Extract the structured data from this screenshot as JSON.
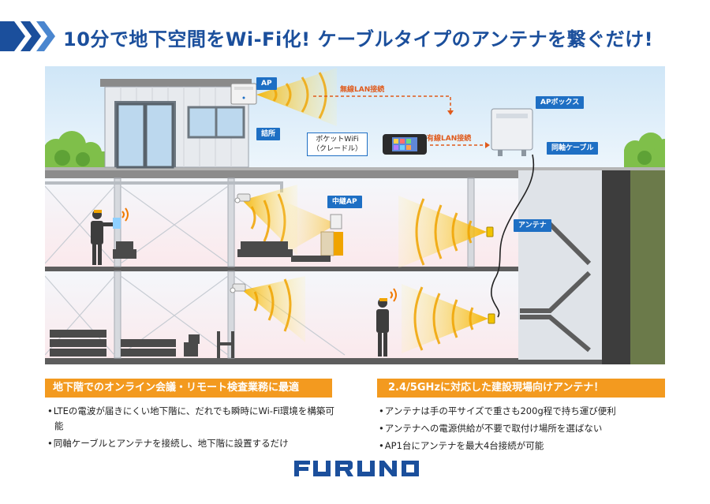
{
  "header": {
    "title": "10分で地下空間をWi-Fi化! ケーブルタイプのアンテナを繋ぐだけ!",
    "accent_color": "#1b4f9c"
  },
  "diagram": {
    "labels": {
      "ap": "AP",
      "site_office": "詰所",
      "wireless_link": "無線LAN接続",
      "wired_link": "有線LAN接続",
      "pocket_wifi": "ポケットWiFi\n（クレードル）",
      "ap_box": "APボックス",
      "coax_cable": "同軸ケーブル",
      "relay_ap": "中継AP",
      "antenna": "アンテナ"
    },
    "icons": [
      "wifi-ap-device",
      "ap-box-device",
      "pocket-wifi-router",
      "antenna-node",
      "security-camera",
      "worker-with-tablet",
      "worker-with-phone"
    ]
  },
  "left_section": {
    "heading": "地下階でのオンライン会議・リモート検査業務に最適",
    "bullets": [
      "LTEの電波が届きにくい地下階に、だれでも瞬時にWi-Fi環境を構築可能",
      "同軸ケーブルとアンテナを接続し、地下階に設置するだけ"
    ]
  },
  "right_section": {
    "heading": "2.4/5GHzに対応した建設現場向けアンテナ！",
    "bullets": [
      "アンテナは手の平サイズで重さも200g程で持ち運び便利",
      "アンテナへの電源供給が不要で取付け場所を選ばない",
      "AP1台にアンテナを最大4台接続が可能"
    ]
  },
  "footer": {
    "logo_text": "FURUNO",
    "logo_color": "#1b4f9c"
  },
  "colors": {
    "callout_blue": "#1e6fc4",
    "orange": "#f39a1f",
    "link_red": "#e05a1b"
  }
}
